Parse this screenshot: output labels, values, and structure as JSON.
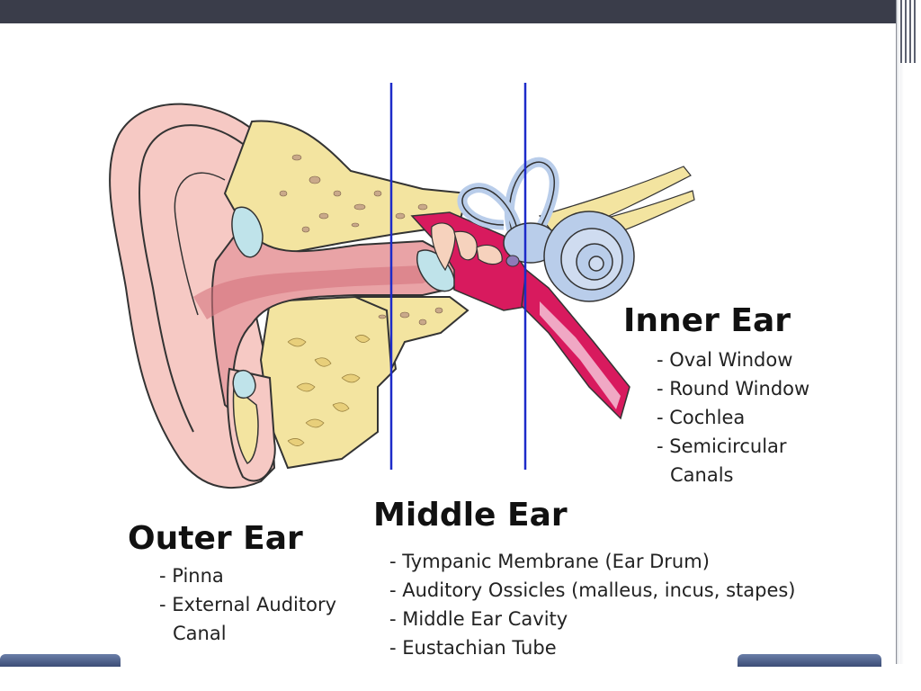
{
  "sections": {
    "outer": {
      "title": "Outer Ear",
      "items": [
        "- Pinna",
        "- External Auditory",
        "Canal"
      ]
    },
    "middle": {
      "title": "Middle Ear",
      "items": [
        "- Tympanic Membrane (Ear Drum)",
        "- Auditory Ossicles (malleus, incus, stapes)",
        "- Middle Ear Cavity",
        "- Eustachian Tube"
      ]
    },
    "inner": {
      "title": "Inner Ear",
      "items": [
        "- Oval Window",
        "- Round Window",
        "- Cochlea",
        "- Semicircular",
        "Canals"
      ]
    }
  },
  "colors": {
    "divider": "#1d2bc9",
    "skin": "#f6c9c4",
    "canal": "#e38c93",
    "bone": "#f3e4a0",
    "membrane": "#bfe3ea",
    "middle_cavity": "#d81a5e",
    "cochlea": "#b9cdea"
  }
}
